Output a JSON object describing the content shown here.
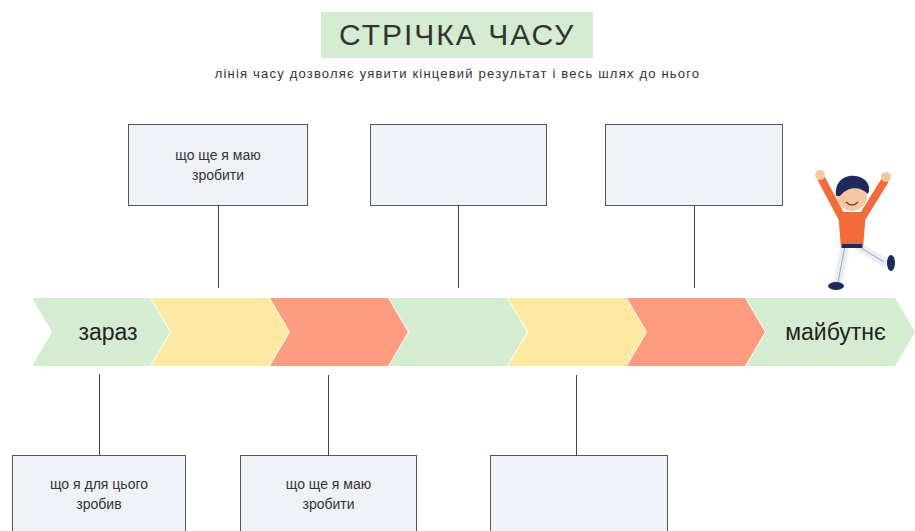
{
  "diagram": {
    "title": "СТРІЧКА ЧАСУ",
    "nodes": [
      {
        "text": [
          "що ще я маю зробити"
        ]
      },
      {
        "text": [
          "зараз"
        ]
      },
      {
        "text": [
          "майбутнє"
        ]
      },
      {
        "text": [
          "що я для цього зробив"
        ]
      },
      {
        "text": [
          "що ще я маю зробити"
        ]
      }
    ],
    "edges": [
      {
        "from": 3,
        "to": 1,
        "arrow": "none"
      }
    ],
    "labels": [
      "лінія часу дозволяє уявити кінцевий результат і весь шлях до нього"
    ]
  }
}
